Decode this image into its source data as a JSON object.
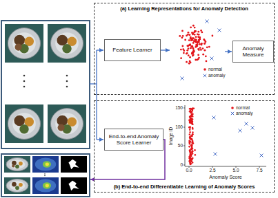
{
  "diagram": {
    "nodes": [
      {
        "text": [
          "(a) Learning Representations for Anomaly Detection"
        ]
      },
      {
        "text": [
          "Feature Learner"
        ],
        "in": 0
      },
      {
        "text": [
          "Anomaly Measure"
        ],
        "in": 0
      },
      {
        "text": [
          "(b) End-to-end Differentiable Learning of Anomaly Scores"
        ]
      },
      {
        "text": [
          "End-to-end Anomaly Score Learner"
        ],
        "in": 3
      }
    ],
    "labels": [
      "150",
      "100",
      "50",
      "0",
      "0.0",
      "2.5",
      "5.0",
      "7.5",
      "Image ID",
      "Anomaly Score"
    ],
    "legend": [
      {
        "text": "normal"
      },
      {
        "text": "anomaly"
      },
      {
        "text": "normal"
      },
      {
        "text": "anomaly"
      }
    ]
  }
}
